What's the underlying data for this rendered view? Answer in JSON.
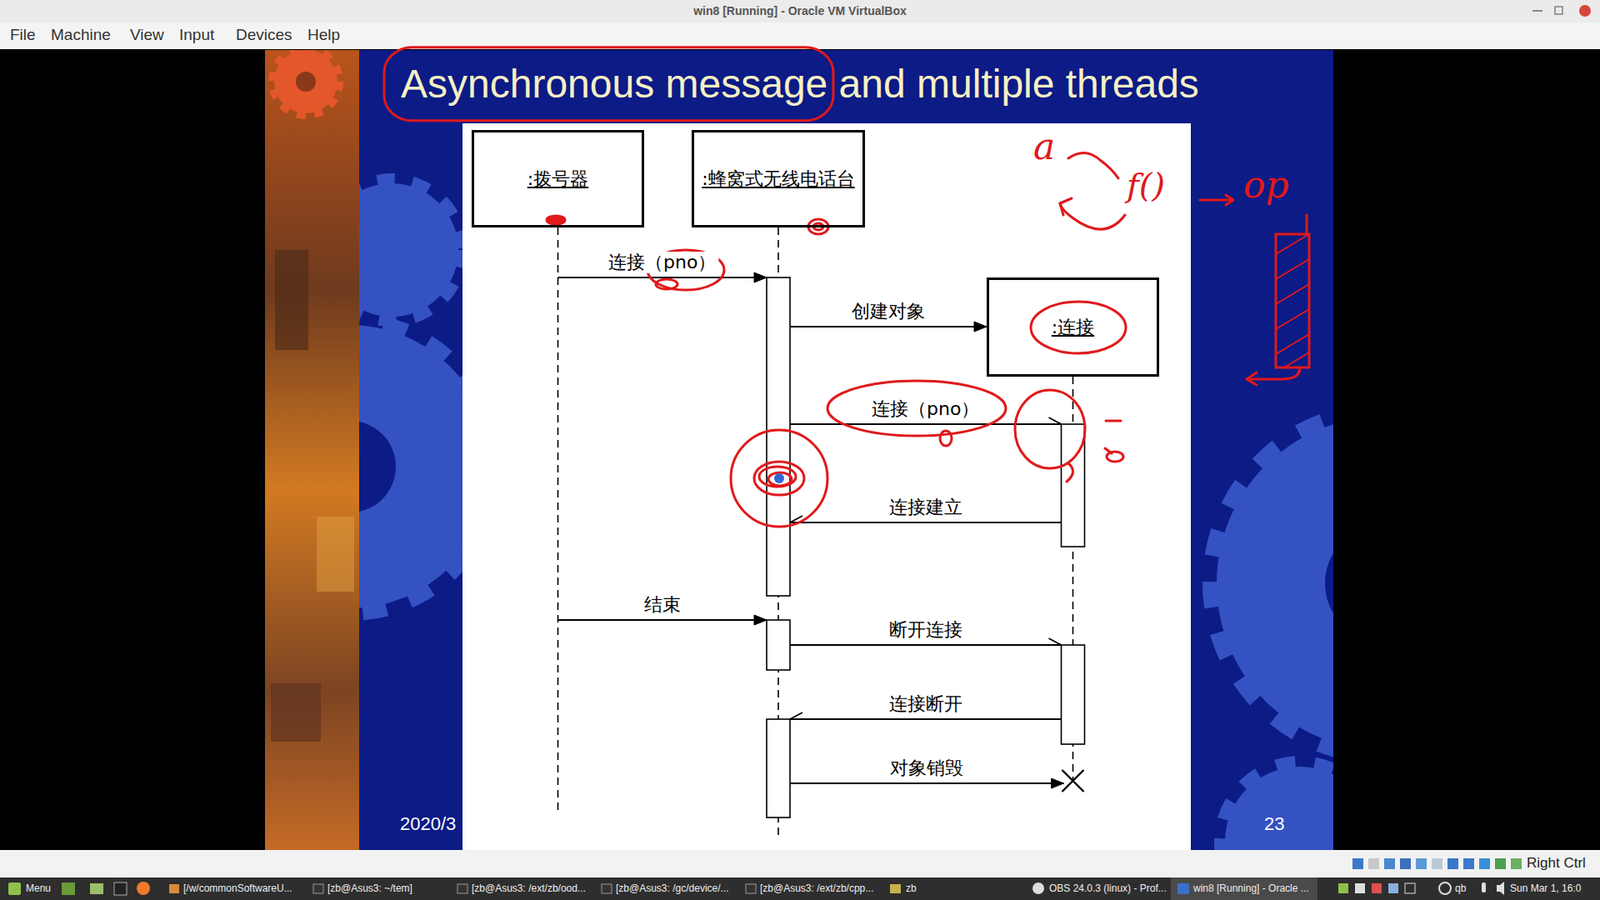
{
  "diagram": {
    "title": "Asynchronous message and multiple threads",
    "nodes": [
      {
        "text": [
          ":拨号器"
        ]
      },
      {
        "text": [
          ":蜂窝式无线电话台"
        ]
      },
      {
        "text": [
          ":连接"
        ]
      }
    ],
    "edges": [
      {
        "from": 0,
        "to": 1,
        "label": "连接（pno）",
        "arrow": "to"
      },
      {
        "from": 1,
        "to": 2,
        "label": "创建对象",
        "arrow": "to"
      },
      {
        "from": 1,
        "to": 2,
        "label": "连接（pno）",
        "arrow": "to"
      },
      {
        "from": 2,
        "to": 1,
        "label": "连接建立",
        "arrow": "to"
      },
      {
        "from": 0,
        "to": 1,
        "label": "结束",
        "arrow": "to"
      },
      {
        "from": 1,
        "to": 2,
        "label": "断开连接",
        "arrow": "to"
      },
      {
        "from": 2,
        "to": 1,
        "label": "连接断开",
        "arrow": "to"
      },
      {
        "from": 1,
        "to": 2,
        "label": "对象销毁",
        "arrow": "to"
      }
    ],
    "labels": [
      "win8 [Running] - Oracle VM VirtualBox",
      "File",
      "Machine",
      "View",
      "Input",
      "Devices",
      "Help",
      "2020/3",
      "23",
      "a",
      "f()",
      "op",
      "Right Ctrl",
      "Menu",
      "[/w/commonSoftwareU...",
      "[zb@Asus3: ~/tem]",
      "[zb@Asus3: /ext/zb/ood...",
      "[zb@Asus3: /gc/device/...",
      "[zb@Asus3: /ext/zb/cpp...",
      "zb",
      "OBS 24.0.3 (linux) - Prof...",
      "win8 [Running] - Oracle ...",
      "qb",
      "Sun Mar 1, 16:0"
    ]
  }
}
